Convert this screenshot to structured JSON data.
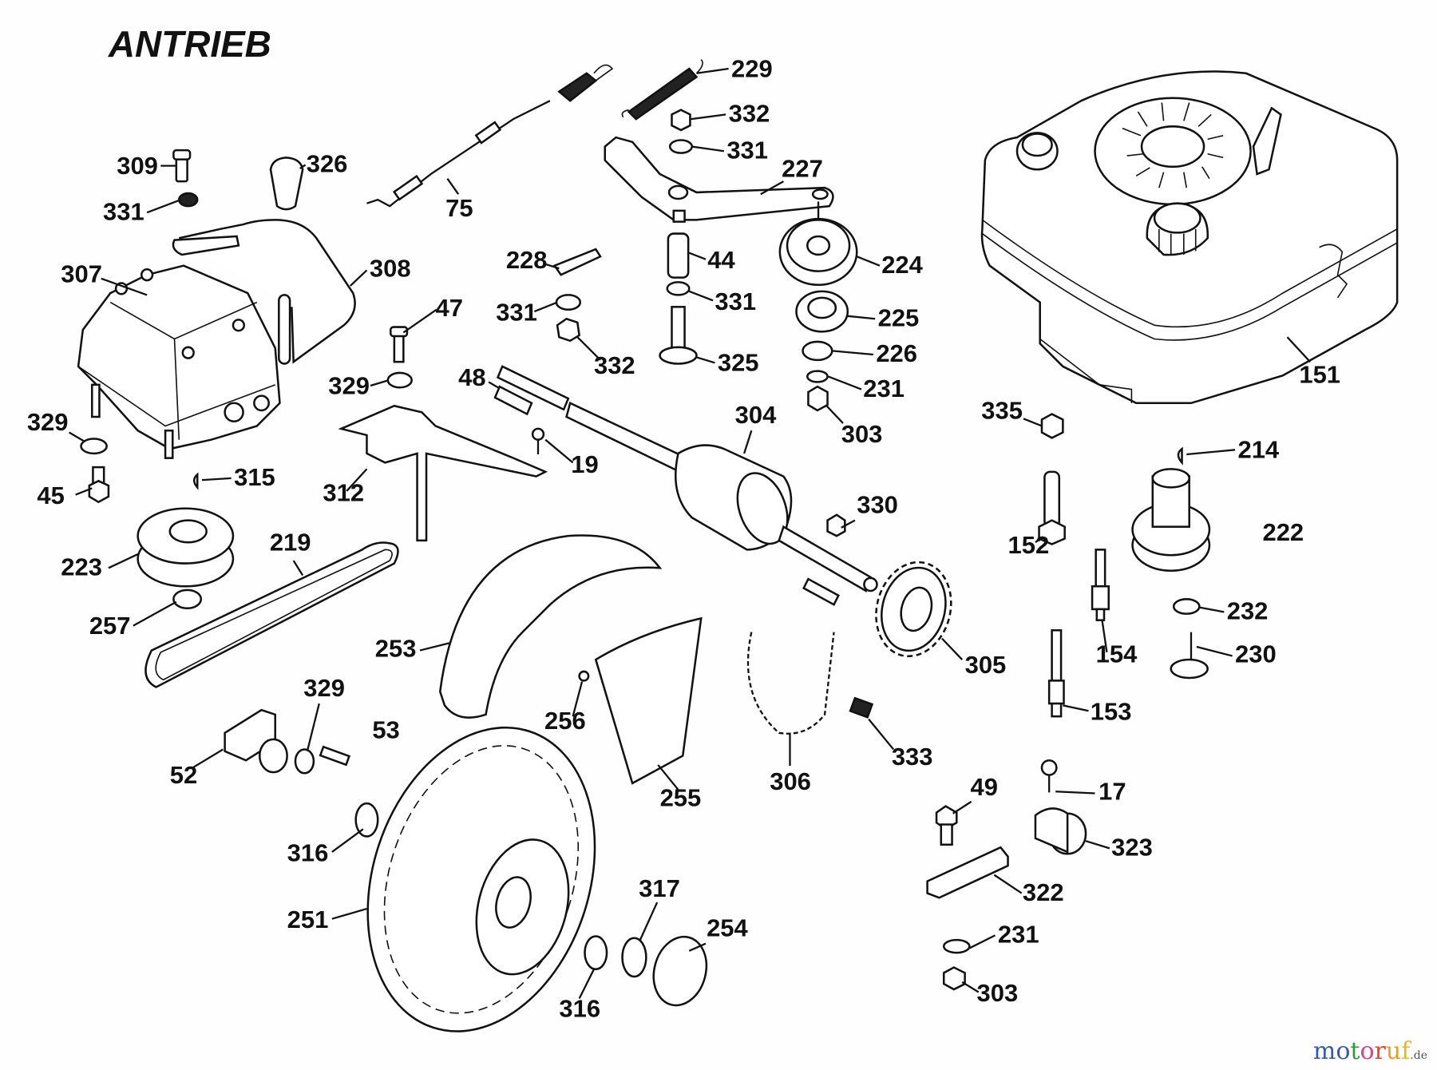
{
  "title": "ANTRIEB",
  "watermark": {
    "letters": [
      {
        "ch": "m",
        "color": "#3a5aa8"
      },
      {
        "ch": "o",
        "color": "#3a5aa8"
      },
      {
        "ch": "t",
        "color": "#2e9a3e"
      },
      {
        "ch": "o",
        "color": "#d6458e"
      },
      {
        "ch": "r",
        "color": "#e2452c"
      },
      {
        "ch": "u",
        "color": "#e8a020"
      },
      {
        "ch": "f",
        "color": "#e8b820"
      }
    ],
    "tld": ".de"
  },
  "callouts": [
    {
      "id": "309",
      "label": "309"
    },
    {
      "id": "331a",
      "label": "331"
    },
    {
      "id": "326",
      "label": "326"
    },
    {
      "id": "75",
      "label": "75"
    },
    {
      "id": "229",
      "label": "229"
    },
    {
      "id": "332a",
      "label": "332"
    },
    {
      "id": "331b",
      "label": "331"
    },
    {
      "id": "227",
      "label": "227"
    },
    {
      "id": "307",
      "label": "307"
    },
    {
      "id": "308",
      "label": "308"
    },
    {
      "id": "228",
      "label": "228"
    },
    {
      "id": "44",
      "label": "44"
    },
    {
      "id": "224",
      "label": "224"
    },
    {
      "id": "47",
      "label": "47"
    },
    {
      "id": "331c",
      "label": "331"
    },
    {
      "id": "331d",
      "label": "331"
    },
    {
      "id": "225",
      "label": "225"
    },
    {
      "id": "332b",
      "label": "332"
    },
    {
      "id": "325",
      "label": "325"
    },
    {
      "id": "226",
      "label": "226"
    },
    {
      "id": "329a",
      "label": "329"
    },
    {
      "id": "48",
      "label": "48"
    },
    {
      "id": "231a",
      "label": "231"
    },
    {
      "id": "151",
      "label": "151"
    },
    {
      "id": "304",
      "label": "304"
    },
    {
      "id": "303a",
      "label": "303"
    },
    {
      "id": "335",
      "label": "335"
    },
    {
      "id": "329b",
      "label": "329"
    },
    {
      "id": "19",
      "label": "19"
    },
    {
      "id": "214",
      "label": "214"
    },
    {
      "id": "315",
      "label": "315"
    },
    {
      "id": "45",
      "label": "45"
    },
    {
      "id": "312",
      "label": "312"
    },
    {
      "id": "330",
      "label": "330"
    },
    {
      "id": "219",
      "label": "219"
    },
    {
      "id": "222",
      "label": "222"
    },
    {
      "id": "152",
      "label": "152"
    },
    {
      "id": "223",
      "label": "223"
    },
    {
      "id": "232",
      "label": "232"
    },
    {
      "id": "257",
      "label": "257"
    },
    {
      "id": "154",
      "label": "154"
    },
    {
      "id": "230",
      "label": "230"
    },
    {
      "id": "253",
      "label": "253"
    },
    {
      "id": "305",
      "label": "305"
    },
    {
      "id": "329c",
      "label": "329"
    },
    {
      "id": "153",
      "label": "153"
    },
    {
      "id": "256",
      "label": "256"
    },
    {
      "id": "53",
      "label": "53"
    },
    {
      "id": "333",
      "label": "333"
    },
    {
      "id": "52",
      "label": "52"
    },
    {
      "id": "306",
      "label": "306"
    },
    {
      "id": "17",
      "label": "17"
    },
    {
      "id": "255",
      "label": "255"
    },
    {
      "id": "49",
      "label": "49"
    },
    {
      "id": "316a",
      "label": "316"
    },
    {
      "id": "323",
      "label": "323"
    },
    {
      "id": "322",
      "label": "322"
    },
    {
      "id": "317",
      "label": "317"
    },
    {
      "id": "254",
      "label": "254"
    },
    {
      "id": "251",
      "label": "251"
    },
    {
      "id": "231b",
      "label": "231"
    },
    {
      "id": "316b",
      "label": "316"
    },
    {
      "id": "303b",
      "label": "303"
    }
  ]
}
